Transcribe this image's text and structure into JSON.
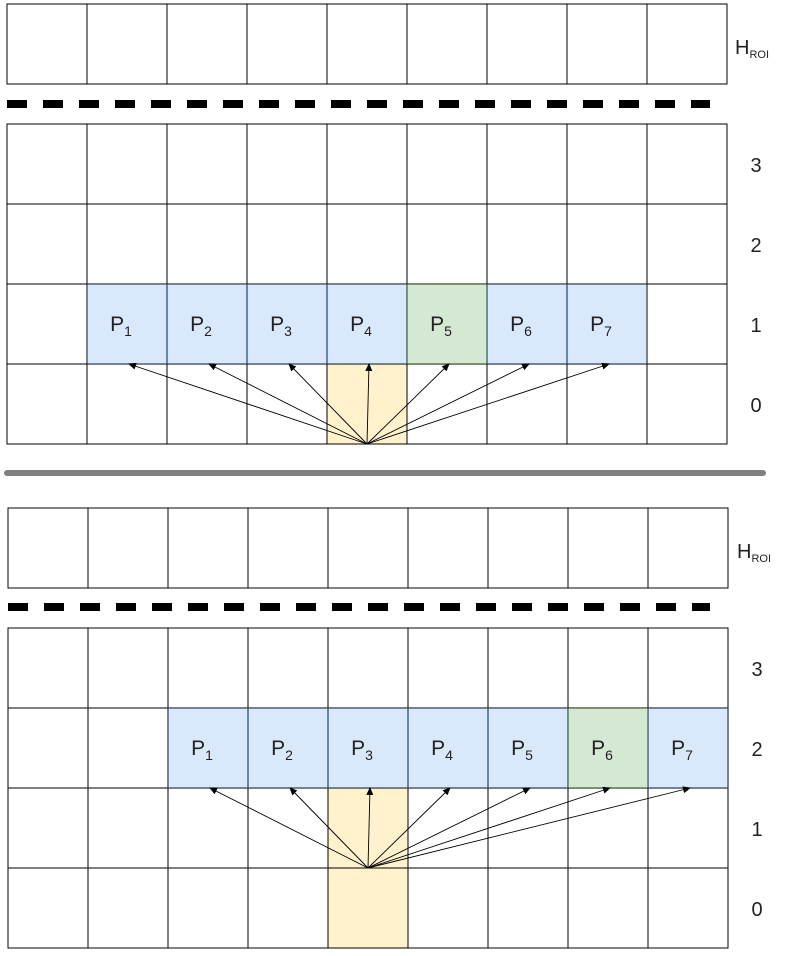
{
  "colors": {
    "grid_line": "#000000",
    "candidate_fill": "#dae8fc",
    "selected_fill": "#d5e8d4",
    "source_fill": "#fff2cc",
    "dashed_separator": "#000000",
    "panel_separator": "#808080"
  },
  "panels": [
    {
      "roi_label": {
        "main": "H",
        "sub": "ROI"
      },
      "row_labels": [
        "3",
        "2",
        "1",
        "0"
      ],
      "source_rows": [
        0
      ],
      "source_column": 4,
      "candidate_row": 1,
      "candidate_start_column": 1,
      "selected_candidate": "P5",
      "candidates": [
        {
          "main": "P",
          "sub": "1"
        },
        {
          "main": "P",
          "sub": "2"
        },
        {
          "main": "P",
          "sub": "3"
        },
        {
          "main": "P",
          "sub": "4"
        },
        {
          "main": "P",
          "sub": "5"
        },
        {
          "main": "P",
          "sub": "6"
        },
        {
          "main": "P",
          "sub": "7"
        }
      ]
    },
    {
      "roi_label": {
        "main": "H",
        "sub": "ROI"
      },
      "row_labels": [
        "3",
        "2",
        "1",
        "0"
      ],
      "source_rows": [
        0,
        1
      ],
      "source_column": 4,
      "candidate_row": 2,
      "candidate_start_column": 2,
      "selected_candidate": "P6",
      "candidates": [
        {
          "main": "P",
          "sub": "1"
        },
        {
          "main": "P",
          "sub": "2"
        },
        {
          "main": "P",
          "sub": "3"
        },
        {
          "main": "P",
          "sub": "4"
        },
        {
          "main": "P",
          "sub": "5"
        },
        {
          "main": "P",
          "sub": "6"
        },
        {
          "main": "P",
          "sub": "7"
        }
      ]
    }
  ]
}
